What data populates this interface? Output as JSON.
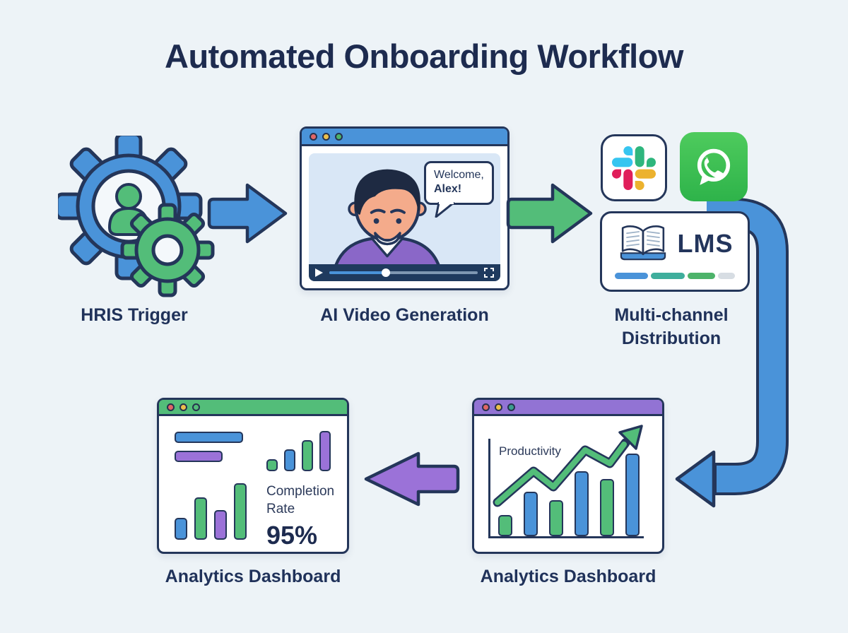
{
  "title": "Automated Onboarding Workflow",
  "palette": {
    "background": "#edf3f7",
    "navy_outline": "#24365a",
    "text_navy": "#1d2b4f",
    "blue": "#4a93d9",
    "green": "#53bd79",
    "purple": "#9b72d8",
    "window_purple": "#9273d4",
    "player_bar": "#1f3a5e",
    "whatsapp_green": "#3fc351",
    "slack_blue": "#36c5f0",
    "slack_green": "#2eb67d",
    "slack_red": "#e01e5a",
    "slack_yellow": "#ecb22e"
  },
  "hris": {
    "label": "HRIS Trigger"
  },
  "video": {
    "label": "AI Video Generation",
    "speech_regular": "Welcome,",
    "speech_bold": "Alex!",
    "progress_pct": 38,
    "dots": [
      "#e06666",
      "#ecc04c",
      "#4db36a"
    ]
  },
  "distribution": {
    "label": "Multi-channel\nDistribution",
    "lms_label": "LMS",
    "lms_progress": [
      {
        "color": "#4a93d9",
        "width": 30
      },
      {
        "color": "#3fae9c",
        "width": 30
      },
      {
        "color": "#4db36a",
        "width": 25
      },
      {
        "color": "#d7dde3",
        "width": 15
      }
    ]
  },
  "left_dashboard": {
    "label": "Analytics Dashboard",
    "dots": [
      "#e06666",
      "#ecc04c",
      "hollow"
    ],
    "metric_label": "Completion\nRate",
    "metric_value": "95%"
  },
  "right_dashboard": {
    "label": "Analytics Dashboard",
    "dots": [
      "#e06666",
      "#ecc04c",
      "#3a9d8f"
    ],
    "chart_title": "Productivity"
  },
  "chart_data": [
    {
      "id": "productivity-bars",
      "type": "bar",
      "title": "Productivity",
      "bars": [
        {
          "value": 30,
          "color": "#53bd79"
        },
        {
          "value": 63,
          "color": "#4a93d9"
        },
        {
          "value": 51,
          "color": "#53bd79"
        },
        {
          "value": 92,
          "color": "#4a93d9"
        },
        {
          "value": 81,
          "color": "#53bd79"
        },
        {
          "value": 117,
          "color": "#4a93d9"
        }
      ],
      "annotation": "rising green trend arrow over bars"
    },
    {
      "id": "completion-top-left-hbars",
      "type": "bar",
      "orientation": "horizontal",
      "bars": [
        {
          "value": 97,
          "color": "#4a93d9"
        },
        {
          "value": 68,
          "color": "#9b72d8"
        }
      ]
    },
    {
      "id": "completion-top-right-bars",
      "type": "bar",
      "bars": [
        {
          "value": 17,
          "color": "#53bd79"
        },
        {
          "value": 31,
          "color": "#4a93d9"
        },
        {
          "value": 44,
          "color": "#53bd79"
        },
        {
          "value": 57,
          "color": "#9b72d8"
        }
      ]
    },
    {
      "id": "completion-bottom-bars",
      "type": "bar",
      "bars": [
        {
          "value": 31,
          "color": "#4a93d9"
        },
        {
          "value": 60,
          "color": "#53bd79"
        },
        {
          "value": 42,
          "color": "#9b72d8"
        },
        {
          "value": 80,
          "color": "#53bd79"
        }
      ]
    }
  ]
}
